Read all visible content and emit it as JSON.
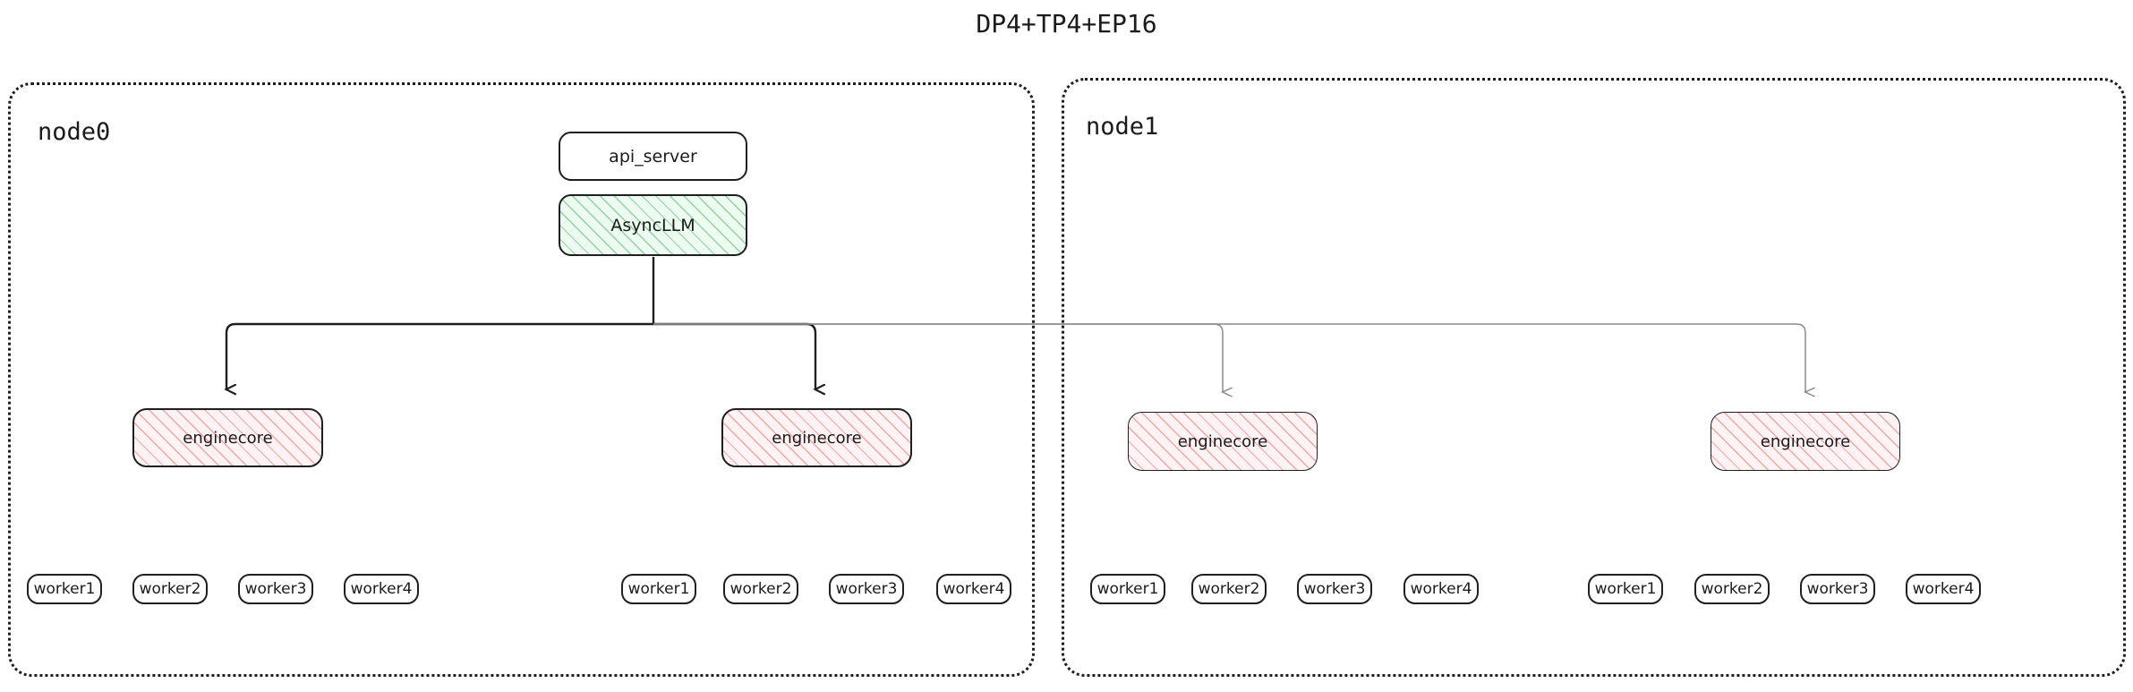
{
  "title": "DP4+TP4+EP16",
  "colors": {
    "ink": "#1f1f1f",
    "async_hatch": "#3caa5a",
    "engine_hatch": "#e27878",
    "engine_fill": "#fdf3f4",
    "async_fill": "#ecfcf0",
    "arrow_dark": "#1f1f1f",
    "arrow_light": "#8a8a8a",
    "node_border": "#1e1e1e"
  },
  "nodes": [
    {
      "id": "node0",
      "label": "node0",
      "services": {
        "api_server": "api_server",
        "async_llm": "AsyncLLM"
      },
      "enginecores": [
        {
          "label": "enginecore",
          "workers": [
            "worker1",
            "worker2",
            "worker3",
            "worker4"
          ]
        },
        {
          "label": "enginecore",
          "workers": [
            "worker1",
            "worker2",
            "worker3",
            "worker4"
          ]
        }
      ]
    },
    {
      "id": "node1",
      "label": "node1",
      "enginecores": [
        {
          "label": "enginecore",
          "workers": [
            "worker1",
            "worker2",
            "worker3",
            "worker4"
          ]
        },
        {
          "label": "enginecore",
          "workers": [
            "worker1",
            "worker2",
            "worker3",
            "worker4"
          ]
        }
      ]
    }
  ]
}
